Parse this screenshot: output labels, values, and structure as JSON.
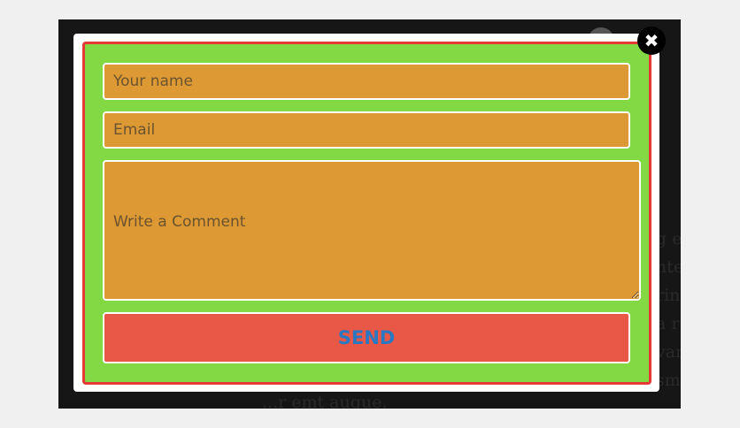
{
  "background": {
    "text_lines": [
      "g e",
      "nteg",
      "rin",
      "a r",
      "var",
      "sm"
    ],
    "bottom_text": "...r emt augue."
  },
  "form": {
    "name_placeholder": "Your name",
    "email_placeholder": "Email",
    "comment_placeholder": "Write a Comment",
    "send_label": "SEND"
  },
  "close_icon": "close-icon",
  "colors": {
    "form_bg": "#82d944",
    "form_border": "#e53935",
    "field_bg": "#dd9933",
    "button_bg": "#e95846",
    "button_text": "#2a78c2"
  }
}
